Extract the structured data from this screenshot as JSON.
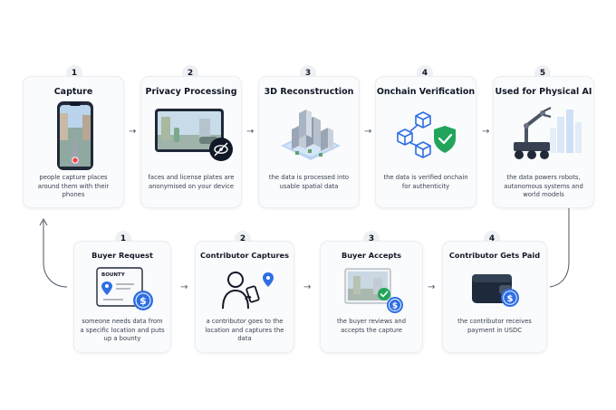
{
  "top_steps": [
    {
      "number": "1",
      "title": "Capture",
      "description": "people capture places around them with their phones",
      "icon": "phone-camera-icon"
    },
    {
      "number": "2",
      "title": "Privacy Processing",
      "description": "faces and license plates are anonymised on your device",
      "icon": "privacy-blur-icon"
    },
    {
      "number": "3",
      "title": "3D Reconstruction",
      "description": "the data is processed into usable spatial data",
      "icon": "city-3d-icon"
    },
    {
      "number": "4",
      "title": "Onchain Verification",
      "description": "the data is verified onchain for authenticity",
      "icon": "blockchain-shield-icon"
    },
    {
      "number": "5",
      "title": "Used for Physical AI",
      "description": "the data powers robots, autonomous systems and world models",
      "icon": "robot-arm-icon"
    }
  ],
  "bottom_steps": [
    {
      "number": "1",
      "title": "Buyer Request",
      "description": "someone needs data from a specific location and puts up a bounty",
      "icon": "bounty-card-icon",
      "badge": "BOUNTY"
    },
    {
      "number": "2",
      "title": "Contributor Captures",
      "description": "a contributor goes to the location and captures the data",
      "icon": "person-phone-icon"
    },
    {
      "number": "3",
      "title": "Buyer Accepts",
      "description": "the buyer reviews and accepts the capture",
      "icon": "photo-accept-icon"
    },
    {
      "number": "4",
      "title": "Contributor Gets Paid",
      "description": "the contributor receives payment in USDC",
      "icon": "wallet-icon"
    }
  ],
  "colors": {
    "accent_blue": "#2f6fe4",
    "check_green": "#22a55a",
    "wallet_dark": "#1e293b"
  }
}
